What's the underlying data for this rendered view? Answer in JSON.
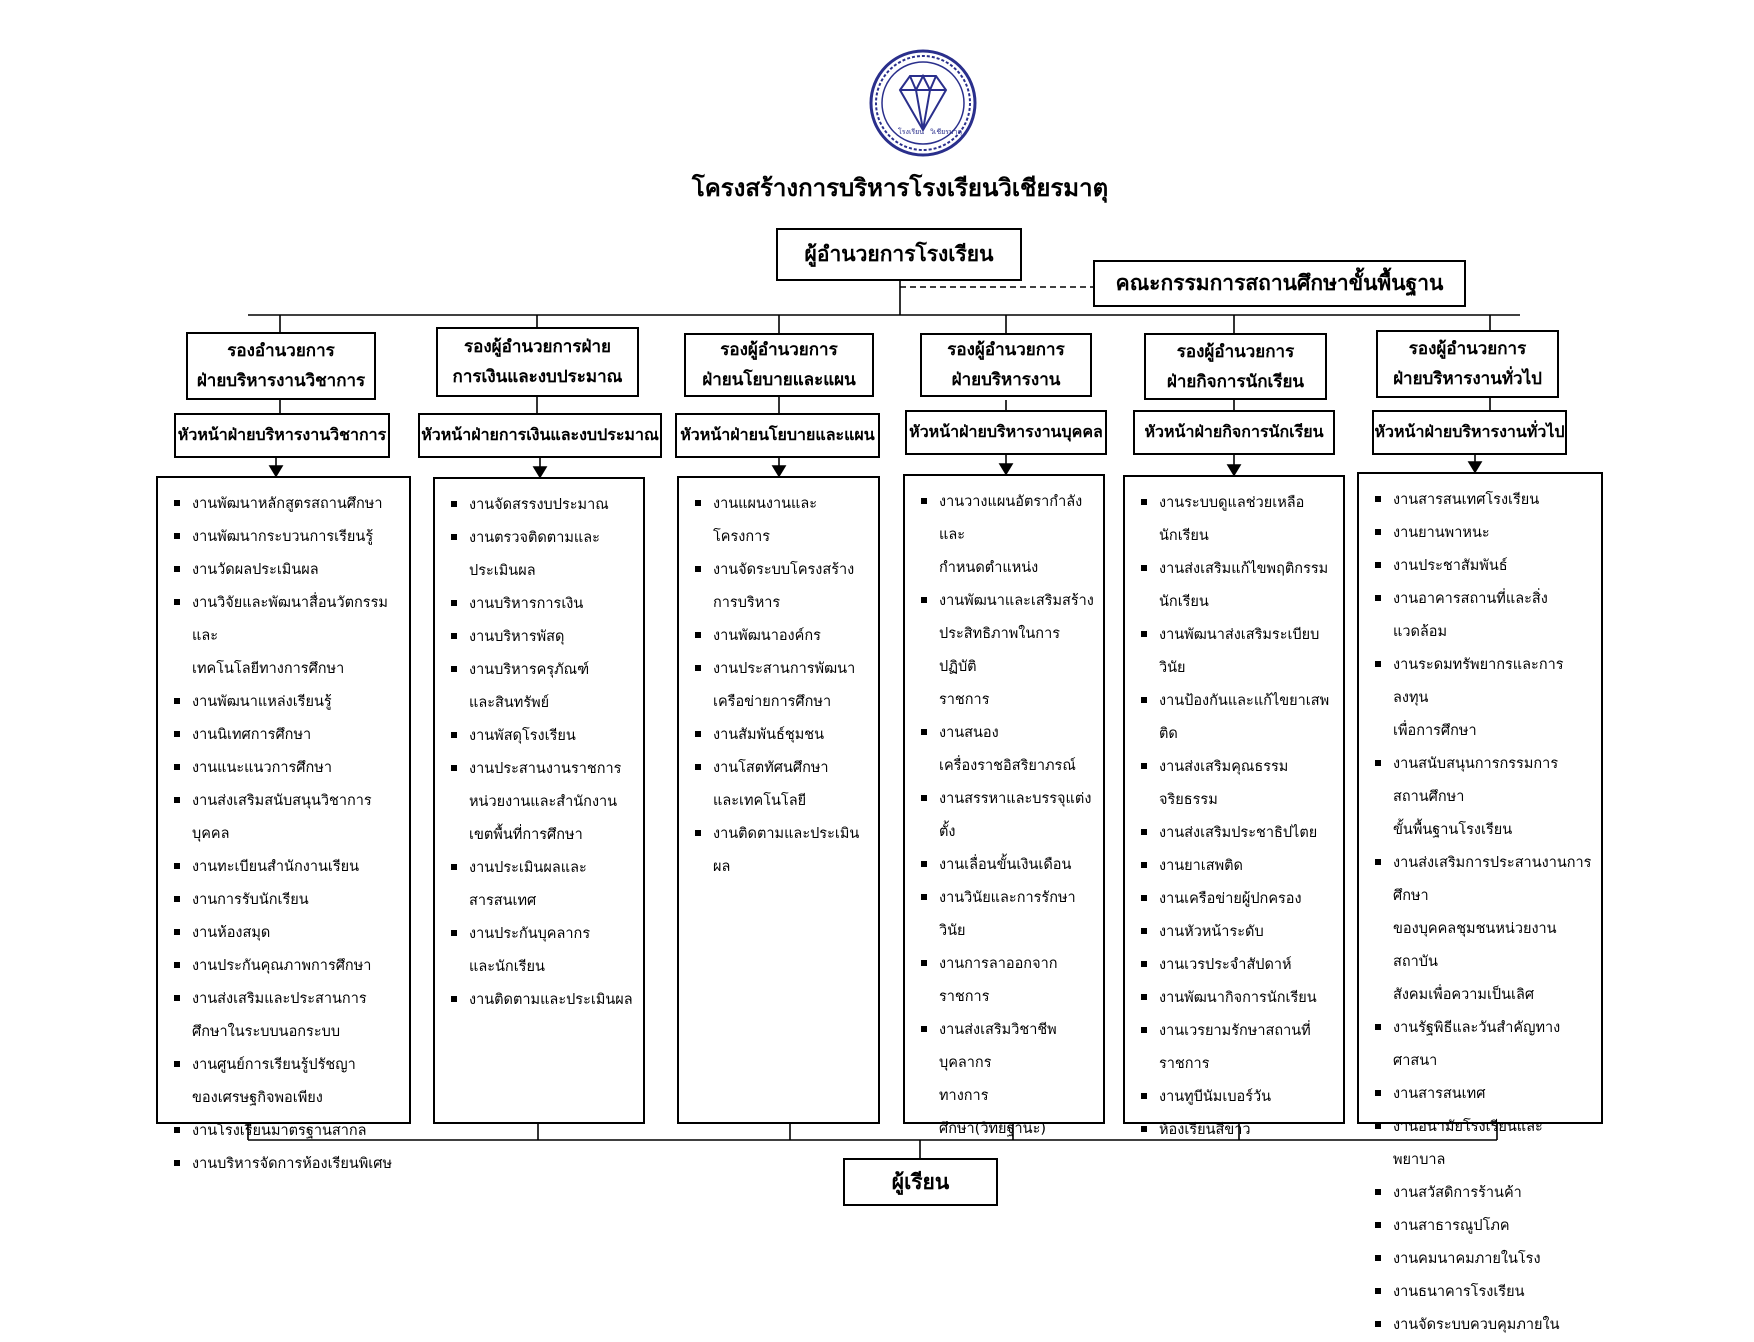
{
  "title": "โครงสร้างการบริหารโรงเรียนวิเชียรมาตุ",
  "logo": {
    "text_left": "โรงเรียน",
    "text_right": "วิเชียรมาตุ",
    "color": "#2a2f8c"
  },
  "director": "ผู้อำนวยการโรงเรียน",
  "board": "คณะกรรมการสถานศึกษาขั้นพื้นฐาน",
  "students": "ผู้เรียน",
  "departments": [
    {
      "deputy_l1": "รองอำนวยการ",
      "deputy_l2": "ฝ่ายบริหารงานวิชาการ",
      "head": "หัวหน้าฝ่ายบริหารงานวิชาการ",
      "tasks": [
        [
          "งานพัฒนาหลักสูตรสถานศึกษา"
        ],
        [
          "งานพัฒนากระบวนการเรียนรู้"
        ],
        [
          "งานวัดผลประเมินผล"
        ],
        [
          "งานวิจัยและพัฒนาสื่อนวัตกรรมและ",
          "เทคโนโลยีทางการศึกษา"
        ],
        [
          "งานพัฒนาแหล่งเรียนรู้"
        ],
        [
          "งานนิเทศการศึกษา"
        ],
        [
          "งานแนะแนวการศึกษา"
        ],
        [
          "งานส่งเสริมสนับสนุนวิชาการบุคคล"
        ],
        [
          "งานทะเบียนสำนักงานเรียน"
        ],
        [
          "งานการรับนักเรียน"
        ],
        [
          "งานห้องสมุด"
        ],
        [
          "งานประกันคุณภาพการศึกษา"
        ],
        [
          "งานส่งเสริมและประสานการ",
          "ศึกษาในระบบนอกระบบ"
        ],
        [
          "งานศูนย์การเรียนรู้ปรัชญา",
          "ของเศรษฐกิจพอเพียง"
        ],
        [
          "งานโรงเรียนมาตรฐานสากล"
        ],
        [
          "งานบริหารจัดการห้องเรียนพิเศษ"
        ]
      ]
    },
    {
      "deputy_l1": "รองผู้อำนวยการฝ่าย",
      "deputy_l2": "การเงินและงบประมาณ",
      "head": "หัวหน้าฝ่ายการเงินและงบประมาณ",
      "tasks": [
        [
          "งานจัดสรรงบประมาณ"
        ],
        [
          "งานตรวจติดตามและ",
          "ประเมินผล"
        ],
        [
          "งานบริหารการเงิน"
        ],
        [
          "งานบริหารพัสดุ"
        ],
        [
          "งานบริหารครุภัณฑ์",
          "และสินทรัพย์"
        ],
        [
          "งานพัสดุโรงเรียน"
        ],
        [
          "งานประสานงานราชการ",
          "หน่วยงานและสำนักงาน",
          "เขตพื้นที่การศึกษา"
        ],
        [
          "งานประเมินผลและสารสนเทศ"
        ],
        [
          "งานประกันบุคลากร",
          "และนักเรียน"
        ],
        [
          "งานติดตามและประเมินผล"
        ]
      ]
    },
    {
      "deputy_l1": "รองผู้อำนวยการ",
      "deputy_l2": "ฝ่ายนโยบายและแผน",
      "head": "หัวหน้าฝ่ายนโยบายและแผน",
      "tasks": [
        [
          "งานแผนงานและโครงการ"
        ],
        [
          "งานจัดระบบโครงสร้าง",
          "การบริหาร"
        ],
        [
          "งานพัฒนาองค์กร"
        ],
        [
          "งานประสานการพัฒนา",
          "เครือข่ายการศึกษา"
        ],
        [
          "งานสัมพันธ์ชุมชน"
        ],
        [
          "งานโสตทัศนศึกษา",
          "และเทคโนโลยี"
        ],
        [
          "งานติดตามและประเมินผล"
        ]
      ]
    },
    {
      "deputy_l1": "รองผู้อำนวยการ",
      "deputy_l2": "ฝ่ายบริหารงาน",
      "head": "หัวหน้าฝ่ายบริหารงานบุคคล",
      "tasks": [
        [
          "งานวางแผนอัตรากำลังและ",
          "กำหนดตำแหน่ง"
        ],
        [
          "งานพัฒนาและเสริมสร้าง",
          "ประสิทธิภาพในการปฏิบัติ",
          "ราชการ"
        ],
        [
          "งานสนอง",
          "เครื่องราชอิสริยาภรณ์"
        ],
        [
          "งานสรรหาและบรรจุแต่งตั้ง"
        ],
        [
          "งานเลื่อนขั้นเงินเดือน"
        ],
        [
          "งานวินัยและการรักษาวินัย"
        ],
        [
          "งานการลาออกจากราชการ"
        ],
        [
          "งานส่งเสริมวิชาชีพบุคลากร",
          "ทางการศึกษา(วิทยฐานะ)"
        ]
      ]
    },
    {
      "deputy_l1": "รองผู้อำนวยการ",
      "deputy_l2": "ฝ่ายกิจการนักเรียน",
      "head": "หัวหน้าฝ่ายกิจการนักเรียน",
      "tasks": [
        [
          "งานระบบดูแลช่วยเหลือนักเรียน"
        ],
        [
          "งานส่งเสริมแก้ไขพฤติกรรม",
          "นักเรียน"
        ],
        [
          "งานพัฒนาส่งเสริมระเบียบวินัย"
        ],
        [
          "งานป้องกันและแก้ไขยาเสพติด"
        ],
        [
          "งานส่งเสริมคุณธรรมจริยธรรม"
        ],
        [
          "งานส่งเสริมประชาธิปไตย"
        ],
        [
          "งานยาเสพติด"
        ],
        [
          "งานเครือข่ายผู้ปกครอง"
        ],
        [
          "งานหัวหน้าระดับ"
        ],
        [
          "งานเวรประจำสัปดาห์"
        ],
        [
          "งานพัฒนากิจการนักเรียน"
        ],
        [
          "งานเวรยามรักษาสถานที่ราชการ"
        ],
        [
          "งานทูบีนัมเบอร์วัน"
        ],
        [
          "ห้องเรียนสีขาว"
        ]
      ]
    },
    {
      "deputy_l1": "รองผู้อำนวยการ",
      "deputy_l2": "ฝ่ายบริหารงานทั่วไป",
      "head": "หัวหน้าฝ่ายบริหารงานทั่วไป",
      "tasks": [
        [
          "งานสารสนเทศโรงเรียน"
        ],
        [
          "งานยานพาหนะ"
        ],
        [
          "งานประชาสัมพันธ์"
        ],
        [
          "งานอาคารสถานที่และสิ่งแวดล้อม"
        ],
        [
          "งานระดมทรัพยากรและการลงทุน",
          "เพื่อการศึกษา"
        ],
        [
          "งานสนับสนุนการกรรมการสถานศึกษา",
          "ขั้นพื้นฐานโรงเรียน"
        ],
        [
          "งานส่งเสริมการประสานงานการศึกษา",
          "ของบุคคลชุมชนหน่วยงานสถาบัน",
          "สังคมเพื่อความเป็นเลิศ"
        ],
        [
          "งานรัฐพิธีและวันสำคัญทางศาสนา"
        ],
        [
          "งานสารสนเทศ"
        ],
        [
          "งานอนามัยโรงเรียนและพยาบาล"
        ],
        [
          "งานสวัสดิการร้านค้า"
        ],
        [
          "งานสาธารณูปโภค"
        ],
        [
          "งานคมนาคมภายในโรง"
        ],
        [
          "งานธนาคารโรงเรียน"
        ],
        [
          "งานจัดระบบควบคุมภายใน"
        ]
      ]
    }
  ]
}
